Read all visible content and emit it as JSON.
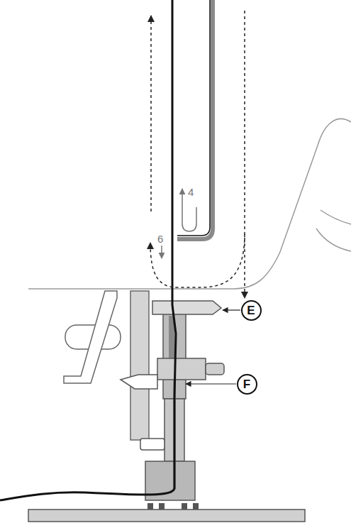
{
  "diagram": {
    "nodes": [
      {
        "text": [
          "E"
        ]
      },
      {
        "text": [
          "F"
        ]
      }
    ],
    "labels": [
      "4",
      "6"
    ]
  }
}
